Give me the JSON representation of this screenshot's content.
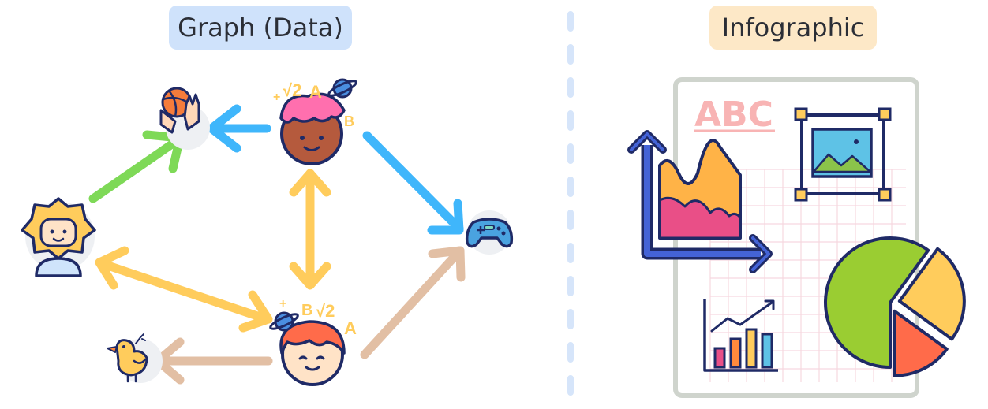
{
  "titles": {
    "graph": "Graph (Data)",
    "infographic": "Infographic"
  },
  "colors": {
    "graph_pill": "#cfe2fb",
    "info_pill": "#fde8c7",
    "divider": "#d6e5fa",
    "green_edge": "#7ed957",
    "blue_edge": "#3fb6fb",
    "yellow_edge": "#ffcc5c",
    "tan_edge": "#e2bfa4",
    "outline": "#1f2a66"
  },
  "nodes": {
    "top_student_labels": {
      "plus": "+",
      "root": "√2",
      "a": "A",
      "b": "B"
    },
    "bottom_student_labels": {
      "plus": "+",
      "b": "B",
      "root": "√2",
      "a": "A"
    }
  },
  "infographic": {
    "abc_text": "ABC",
    "bar_values": [
      2,
      3,
      4,
      3.5
    ],
    "pie_slices": [
      60,
      25,
      15
    ]
  }
}
